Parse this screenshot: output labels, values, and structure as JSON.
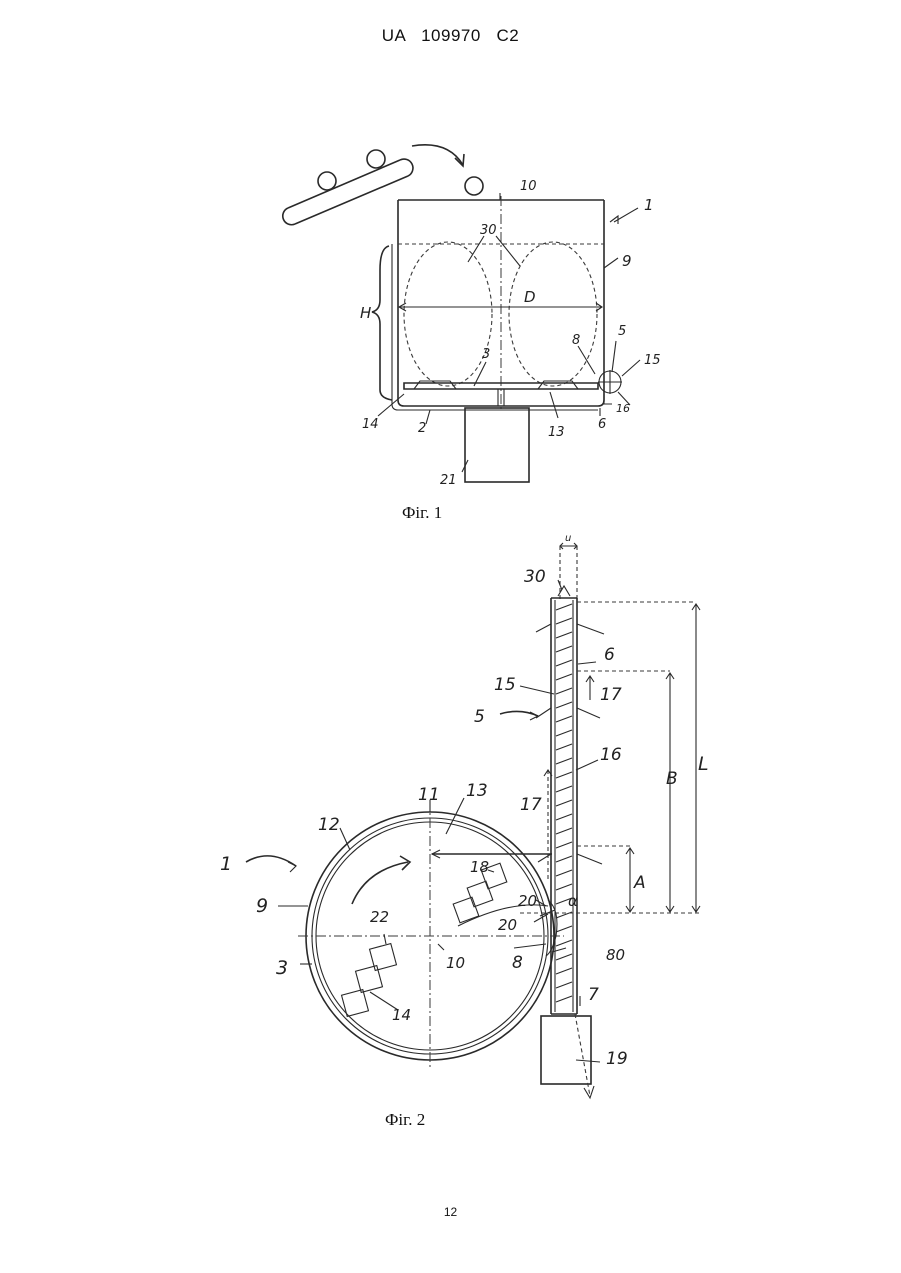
{
  "header": {
    "document_number": "UA   109970   C2"
  },
  "figures": [
    {
      "caption": "Фіг. 1",
      "labels": [
        "10",
        "1",
        "30",
        "9",
        "H",
        "D",
        "3",
        "8",
        "5",
        "15",
        "16",
        "14",
        "2",
        "13",
        "6",
        "21"
      ]
    },
    {
      "caption": "Фіг. 2",
      "labels": [
        "u",
        "30",
        "6",
        "15",
        "17",
        "5",
        "B",
        "L",
        "16",
        "11",
        "13",
        "17",
        "12",
        "1",
        "18",
        "A",
        "9",
        "20",
        "α",
        "20",
        "22",
        "10",
        "8",
        "80",
        "3",
        "7",
        "14",
        "19"
      ]
    }
  ],
  "footer": {
    "page_number": "12"
  }
}
